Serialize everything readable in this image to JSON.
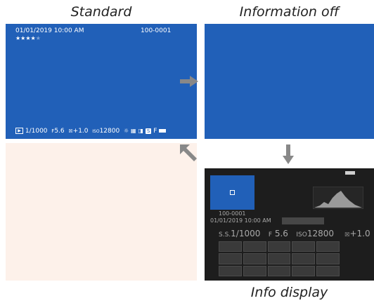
{
  "captions": {
    "standard": "Standard",
    "information_off": "Information off",
    "info_display": "Info display"
  },
  "standard_screen": {
    "date_time": "01/01/2019 10:00 AM",
    "frame_number": "100-0001",
    "rating": "★★★★",
    "rating_extra": "★",
    "bottom_playback": "1/1000",
    "bottom_aperture": "5.6",
    "bottom_exposure_comp": "+1.0",
    "bottom_iso": "12800",
    "bottom_film_sim": "F"
  },
  "info_display_screen": {
    "frame_number": "100-0001",
    "date_time": "01/01/2019 10:00 AM",
    "shutter_label": "S.S.",
    "shutter_value": "1/1000",
    "aperture_label": "F",
    "aperture_value": "5.6",
    "iso_label": "ISO",
    "iso_value": "12800",
    "exposure_comp_value": "+1.0"
  },
  "colors": {
    "screen_blue": "#2160b8",
    "arrow_grey": "#888888",
    "blank_panel": "#fdf1ea",
    "info_bg": "#1d1d1d"
  }
}
